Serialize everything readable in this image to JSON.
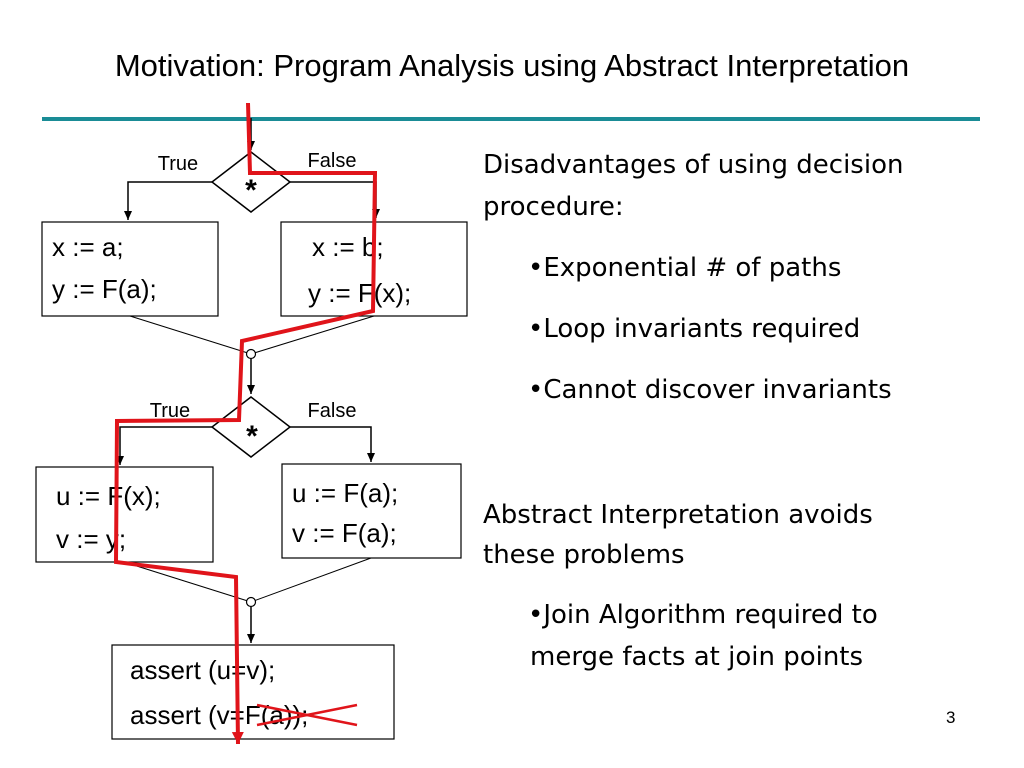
{
  "slide": {
    "title": "Motivation: Program Analysis using Abstract Interpretation",
    "page_number": "3"
  },
  "diagram": {
    "branch1": {
      "true_label": "True",
      "false_label": "False",
      "condition": "*"
    },
    "block_a": {
      "line1": "x := a;",
      "line2": "y := F(a);"
    },
    "block_b": {
      "line1": "x := b;",
      "line2": "y := F(x);"
    },
    "branch2": {
      "true_label": "True",
      "false_label": "False",
      "condition": "*"
    },
    "block_c": {
      "line1": "u := F(x);",
      "line2": "v := y;"
    },
    "block_d": {
      "line1": "u := F(a);",
      "line2": "v := F(a);"
    },
    "assert_block": {
      "line1": "assert (u=v);",
      "line2": "assert (v=F(a));"
    },
    "colors": {
      "path": "#e0141a",
      "rule": "#1a8c96"
    }
  },
  "text": {
    "heading1": "Disadvantages of using decision",
    "heading1_cont": "procedure:",
    "bullets1": [
      "•Exponential # of paths",
      "•Loop invariants required",
      "•Cannot discover invariants"
    ],
    "heading2": "Abstract Interpretation avoids",
    "heading2_cont": "these problems",
    "bullet2_line1": "•Join Algorithm required to",
    "bullet2_line2": "merge facts at join points"
  }
}
